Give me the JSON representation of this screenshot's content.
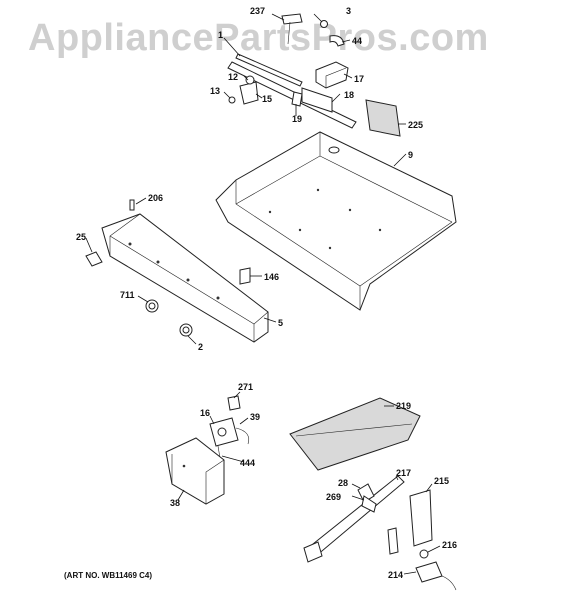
{
  "watermark": "AppliancePartsPros.com",
  "art_number": "(ART NO. WB11469 C4)",
  "callouts": {
    "c237": "237",
    "c3": "3",
    "c44": "44",
    "c1": "1",
    "c17": "17",
    "c12": "12",
    "c13": "13",
    "c15": "15",
    "c18": "18",
    "c19": "19",
    "c225": "225",
    "c9": "9",
    "c206": "206",
    "c25": "25",
    "c146": "146",
    "c711": "711",
    "c5": "5",
    "c2": "2",
    "c271": "271",
    "c16": "16",
    "c39": "39",
    "c444": "444",
    "c38": "38",
    "c219": "219",
    "c28": "28",
    "c269": "269",
    "c217": "217",
    "c215": "215",
    "c216": "216",
    "c214": "214"
  }
}
